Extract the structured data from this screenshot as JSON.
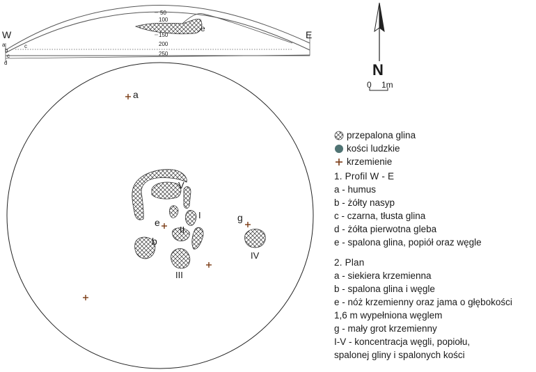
{
  "profile": {
    "west": "W",
    "east": "E",
    "depths": [
      "50",
      "100",
      "150",
      "200",
      "250"
    ],
    "layers": [
      "a",
      "b",
      "c",
      "d"
    ],
    "layer_c_inner": "c",
    "burnt_label": "e"
  },
  "north": {
    "letter": "N",
    "scale_start": "0",
    "scale_end": "1m"
  },
  "plan": {
    "find_a": "a",
    "find_b": "b",
    "find_e": "e",
    "find_g": "g",
    "conc_1": "I",
    "conc_2": "II",
    "conc_3": "III",
    "conc_4": "IV",
    "conc_5": "V"
  },
  "legend": {
    "symbols": [
      {
        "label": "przepalona glina",
        "icon": "crosshatch-circle"
      },
      {
        "label": "kości ludzkie",
        "icon": "filled-circle",
        "color": "#4f7373"
      },
      {
        "label": "krzemienie",
        "icon": "cross",
        "color": "#7a3a14"
      }
    ],
    "profile_title": "1. Profil W - E",
    "profile_items": [
      "a - humus",
      "b - żółty nasyp",
      "c - czarna, tłusta glina",
      "d - żółta pierwotna gleba",
      "e - spalona glina, popiół oraz węgle"
    ],
    "plan_title": "2. Plan",
    "plan_items": [
      "a - siekiera krzemienna",
      "b - spalona glina i węgle",
      "e - nóż krzemienny oraz jama o głębokości",
      "1,6 m wypełniona węglem",
      "g - mały grot krzemienny",
      "I-V - koncentracja węgli, popiołu,",
      "spalonej gliny i spalonych kości"
    ]
  }
}
